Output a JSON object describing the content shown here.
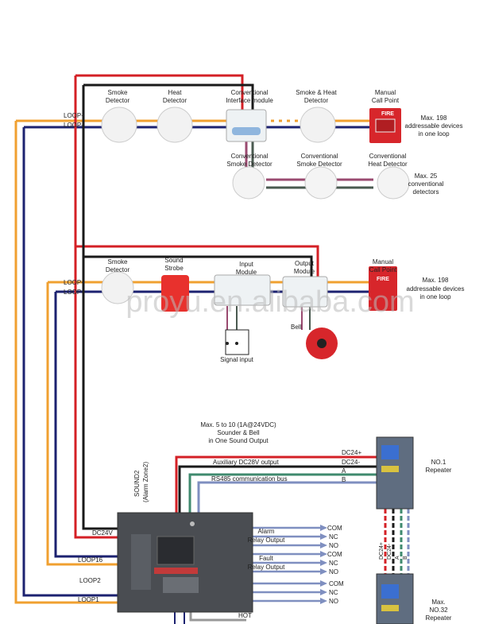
{
  "colors": {
    "red": "#d42026",
    "black": "#1a1a1a",
    "orange": "#f0a030",
    "navy": "#1c2270",
    "purple": "#9a4a70",
    "gray": "#4a5a50",
    "green": "#3f8a6e",
    "blue": "#7f8fc0",
    "panel": "#4a4d52"
  },
  "loop1": {
    "loop_plus": "LOOP+",
    "loop_minus": "LOOP-",
    "devices": [
      "Smoke",
      "Detector",
      "Heat",
      "Detector",
      "Conventional",
      "Interface module",
      "Smoke & Heat",
      "Detector",
      "Manual",
      "Call Point"
    ],
    "note": [
      "Max. 198",
      "addressable devices",
      "in one loop"
    ],
    "conventional": [
      "Conventional",
      "Smoke Detector",
      "Conventional",
      "Smoke Detector",
      "Conventional",
      "Heat Detector"
    ],
    "conv_note": [
      "Max. 25",
      "conventional",
      "detectors"
    ],
    "fire_label": "FIRE"
  },
  "loop2": {
    "loop_plus": "LOOP+",
    "loop_minus": "LOOP-",
    "devices": [
      "Smoke",
      "Detector",
      "Sound",
      "Strobe",
      "Input",
      "Module",
      "Output",
      "Module",
      "Manual",
      "Call Point"
    ],
    "note": [
      "Max. 198",
      "addressable devices",
      "in one loop"
    ],
    "bell": "Bell",
    "signal_input": "Signal input",
    "fire_label": "FIRE"
  },
  "watermark": "proyu.en.alibaba.com",
  "panel": {
    "sound_note": [
      "Max. 5  to 10 (1A@24VDC)",
      "Sounder & Bell",
      "in One Sound Output"
    ],
    "sound2": [
      "SOUND2",
      "(Alarm Zone2)"
    ],
    "dc24v": "DC24V",
    "loop16": "LOOP16",
    "loop2": "LOOP2",
    "loop1": "LOOP1",
    "aux": "Auxiliary  DC28V output",
    "rs485": "RS485 communication bus",
    "bus": [
      "DC24+",
      "DC24-",
      "A",
      "B"
    ],
    "alarm": [
      "Alarm",
      "Relay Output"
    ],
    "fault": [
      "Fault",
      "Relay Output"
    ],
    "relay_terms": [
      "COM",
      "NC",
      "NO",
      "COM",
      "NC",
      "NO",
      "COM",
      "NC",
      "NO"
    ],
    "hot": "HOT"
  },
  "repeaters": {
    "first": [
      "NO.1",
      "Repeater"
    ],
    "last": [
      "Max.",
      "NO.32",
      "Repeater"
    ],
    "vertical": [
      "DC24+",
      "DC24-",
      "A",
      "B"
    ]
  }
}
